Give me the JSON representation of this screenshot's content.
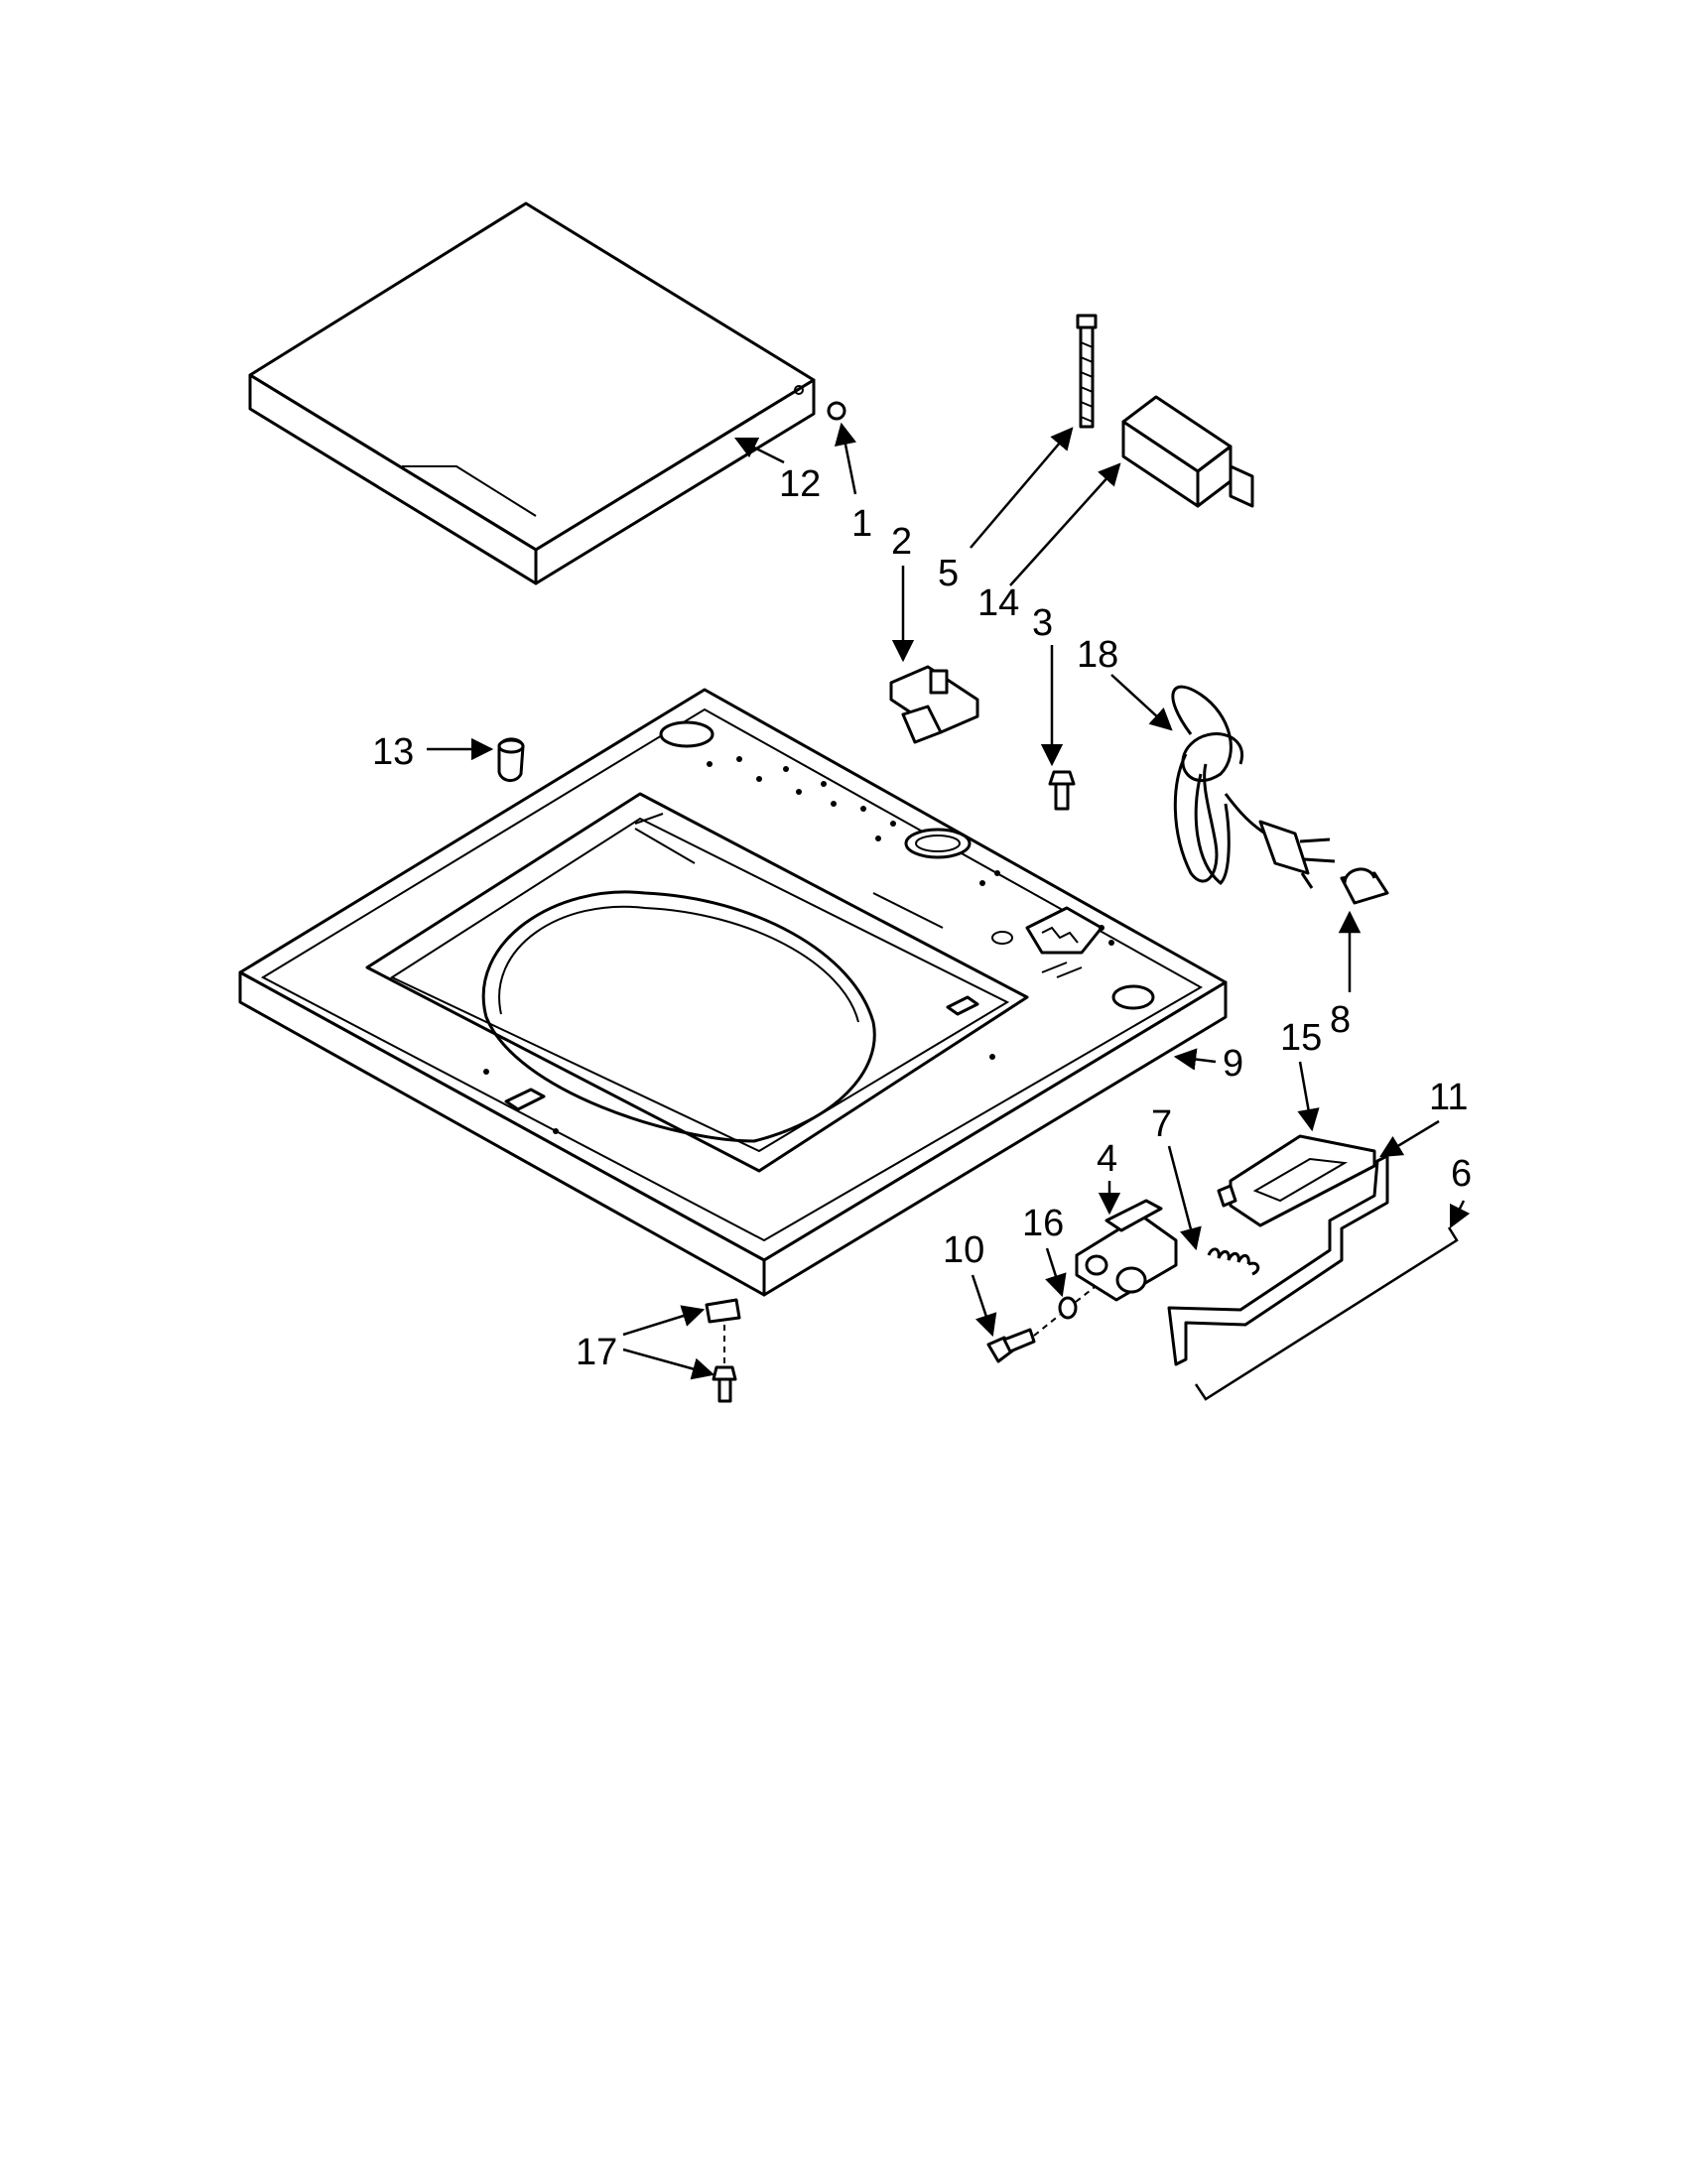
{
  "diagram": {
    "callouts": [
      {
        "id": "1",
        "text": "1"
      },
      {
        "id": "2",
        "text": "2"
      },
      {
        "id": "3",
        "text": "3"
      },
      {
        "id": "4",
        "text": "4"
      },
      {
        "id": "5",
        "text": "5"
      },
      {
        "id": "6",
        "text": "6"
      },
      {
        "id": "7",
        "text": "7"
      },
      {
        "id": "8",
        "text": "8"
      },
      {
        "id": "9",
        "text": "9"
      },
      {
        "id": "10",
        "text": "10"
      },
      {
        "id": "11",
        "text": "11"
      },
      {
        "id": "12",
        "text": "12"
      },
      {
        "id": "13",
        "text": "13"
      },
      {
        "id": "14",
        "text": "14"
      },
      {
        "id": "15",
        "text": "15"
      },
      {
        "id": "16",
        "text": "16"
      },
      {
        "id": "17",
        "text": "17"
      },
      {
        "id": "18",
        "text": "18"
      }
    ],
    "line_color": "#000000",
    "background": "#ffffff"
  }
}
